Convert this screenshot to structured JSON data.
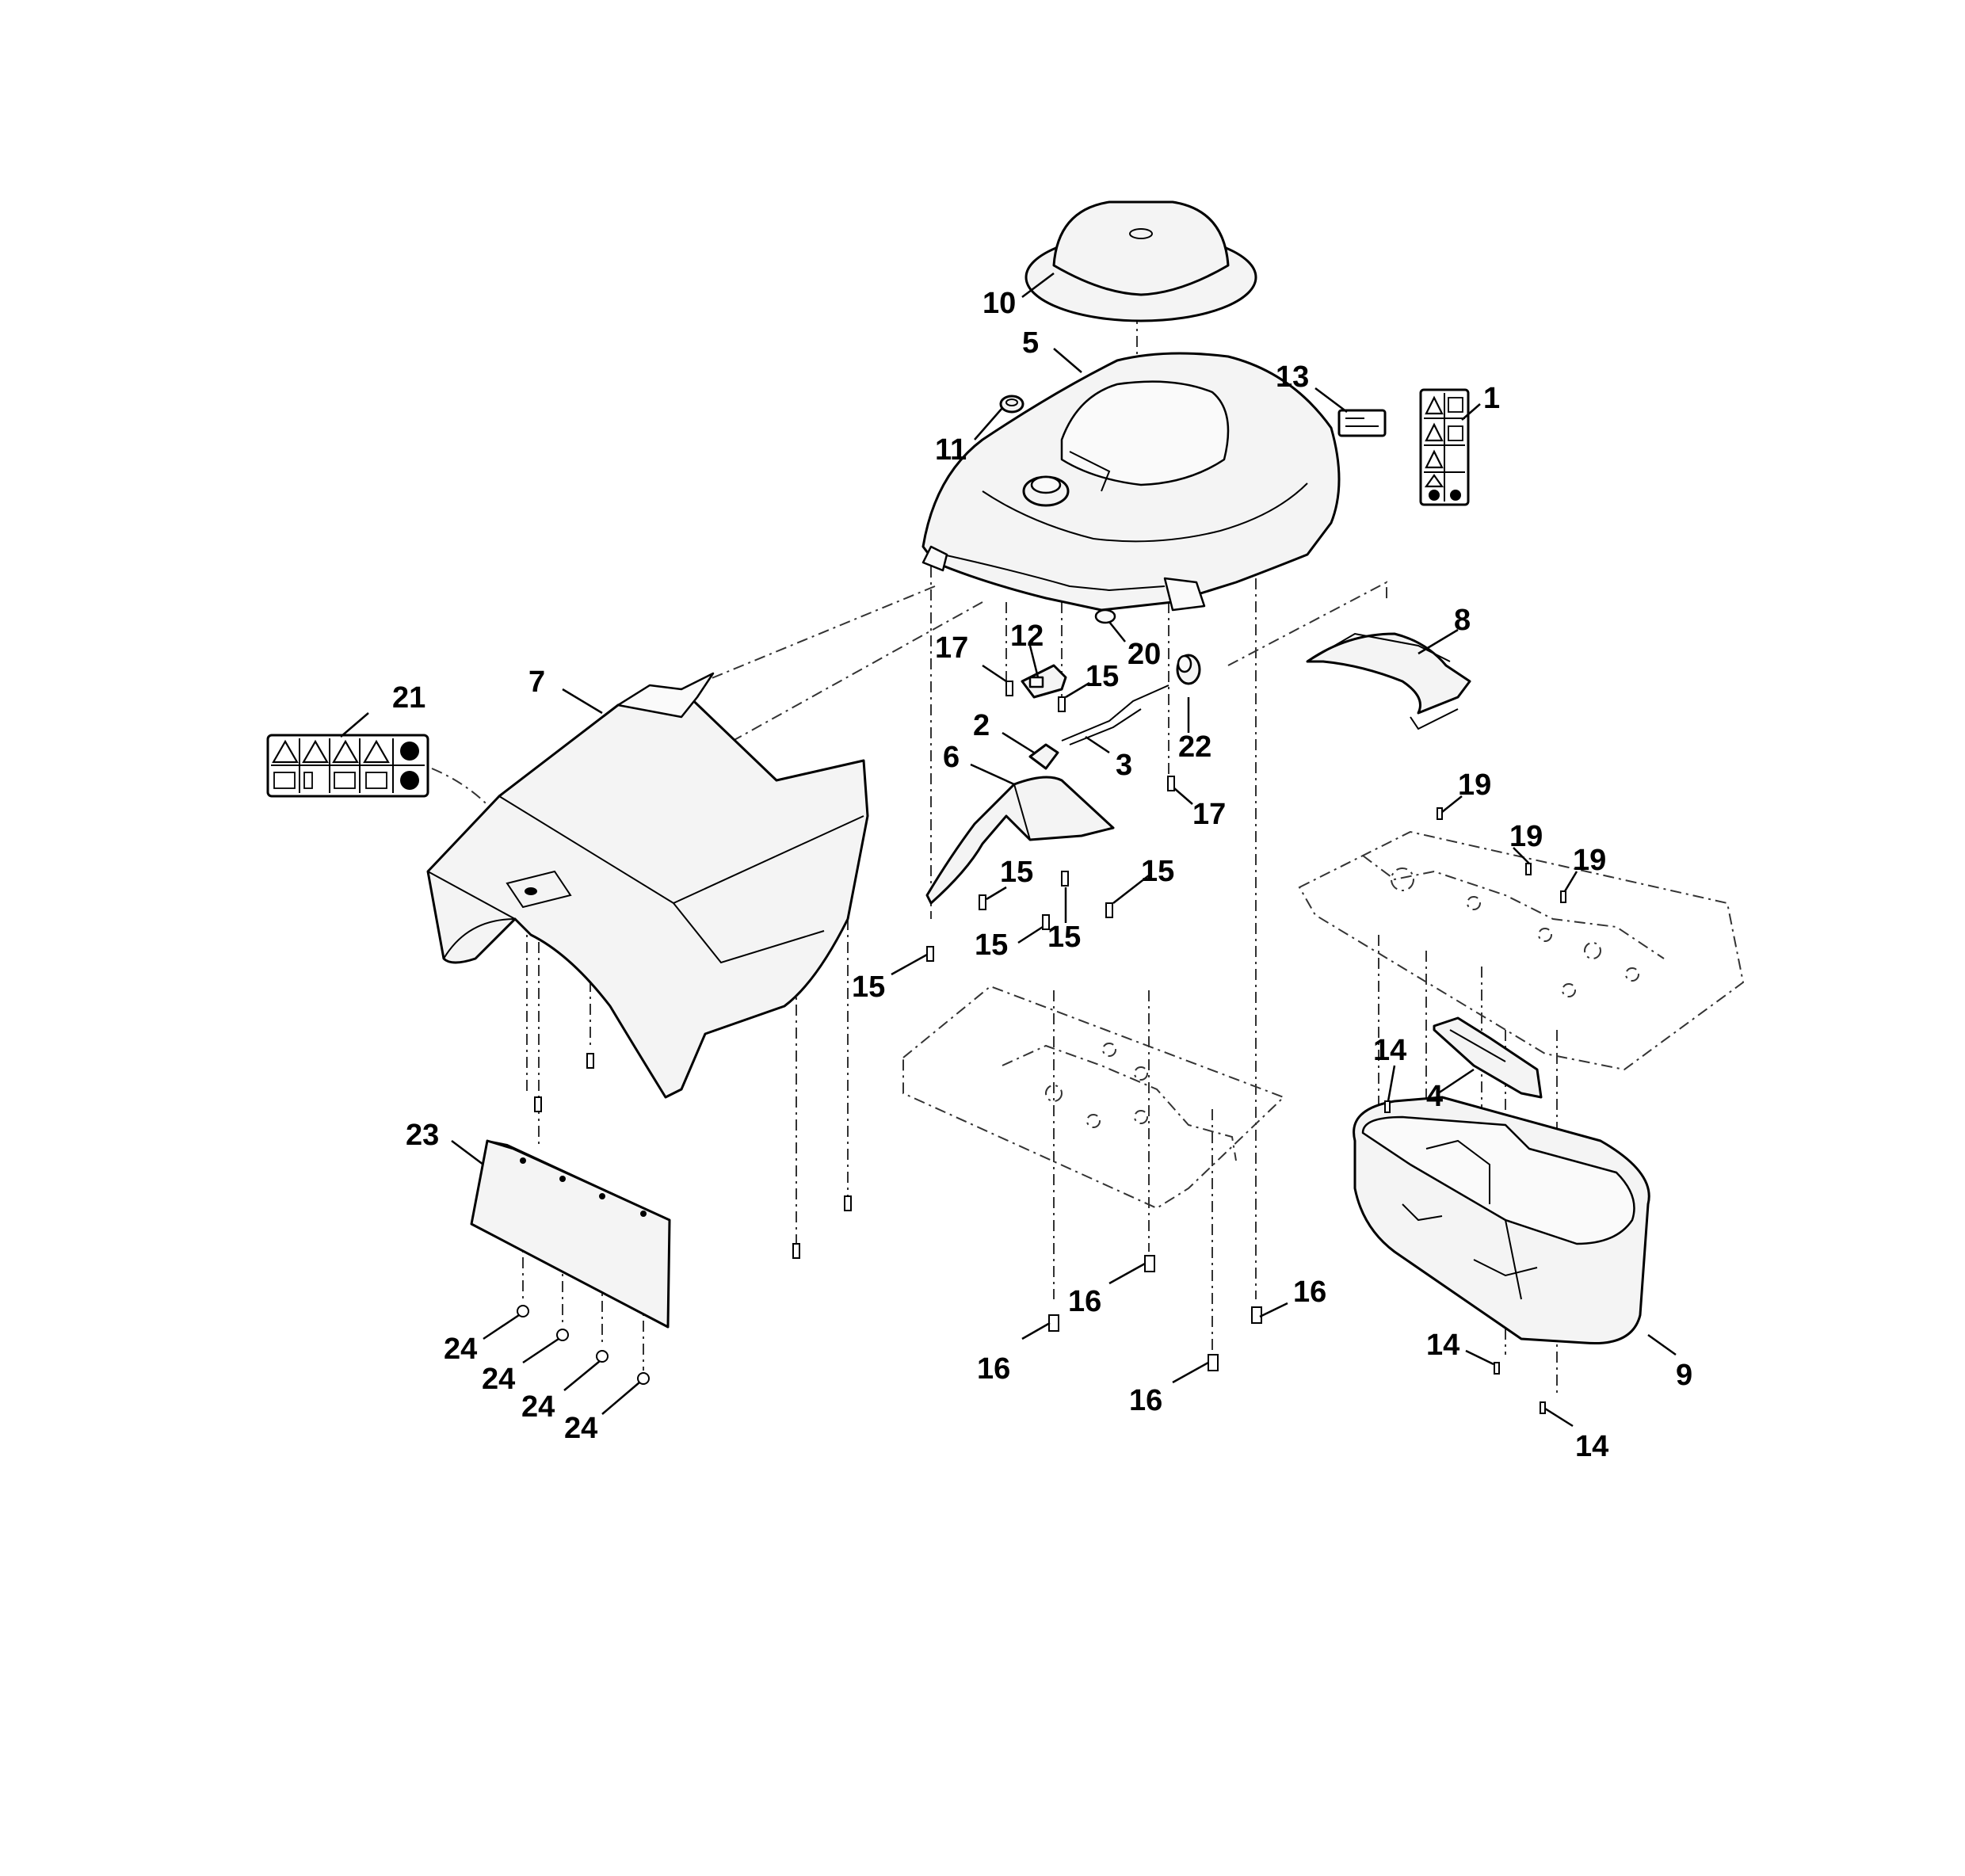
{
  "diagram": {
    "callouts": [
      {
        "id": "c10",
        "label": "10"
      },
      {
        "id": "c5",
        "label": "5"
      },
      {
        "id": "c13",
        "label": "13"
      },
      {
        "id": "c1",
        "label": "1"
      },
      {
        "id": "c11",
        "label": "11"
      },
      {
        "id": "c8",
        "label": "8"
      },
      {
        "id": "c21",
        "label": "21"
      },
      {
        "id": "c7",
        "label": "7"
      },
      {
        "id": "c17a",
        "label": "17"
      },
      {
        "id": "c12",
        "label": "12"
      },
      {
        "id": "c20",
        "label": "20"
      },
      {
        "id": "c15a",
        "label": "15"
      },
      {
        "id": "c22",
        "label": "22"
      },
      {
        "id": "c2",
        "label": "2"
      },
      {
        "id": "c3",
        "label": "3"
      },
      {
        "id": "c17b",
        "label": "17"
      },
      {
        "id": "c6",
        "label": "6"
      },
      {
        "id": "c19a",
        "label": "19"
      },
      {
        "id": "c19b",
        "label": "19"
      },
      {
        "id": "c19c",
        "label": "19"
      },
      {
        "id": "c15b",
        "label": "15"
      },
      {
        "id": "c15c",
        "label": "15"
      },
      {
        "id": "c15d",
        "label": "15"
      },
      {
        "id": "c15e",
        "label": "15"
      },
      {
        "id": "c15f",
        "label": "15"
      },
      {
        "id": "c14a",
        "label": "14"
      },
      {
        "id": "c4",
        "label": "4"
      },
      {
        "id": "c23",
        "label": "23"
      },
      {
        "id": "c16a",
        "label": "16"
      },
      {
        "id": "c16b",
        "label": "16"
      },
      {
        "id": "c16c",
        "label": "16"
      },
      {
        "id": "c16d",
        "label": "16"
      },
      {
        "id": "c24a",
        "label": "24"
      },
      {
        "id": "c24b",
        "label": "24"
      },
      {
        "id": "c24c",
        "label": "24"
      },
      {
        "id": "c24d",
        "label": "24"
      },
      {
        "id": "c14b",
        "label": "14"
      },
      {
        "id": "c14c",
        "label": "14"
      },
      {
        "id": "c9",
        "label": "9"
      }
    ]
  }
}
